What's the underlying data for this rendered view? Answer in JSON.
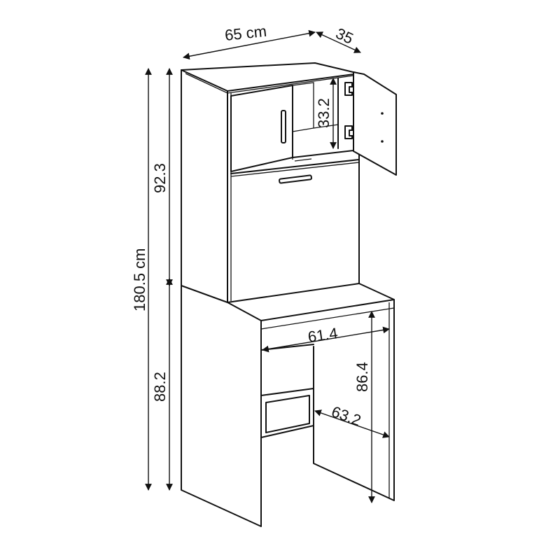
{
  "dimensions": {
    "width": "65 cm",
    "depth": "35",
    "total_height": "180.5 cm",
    "upper_height": "92.3",
    "lower_height": "88.2",
    "shelf_height": "33.2",
    "desk_width": "61.4",
    "desk_height": "86.4",
    "desk_depth": "63.2"
  }
}
